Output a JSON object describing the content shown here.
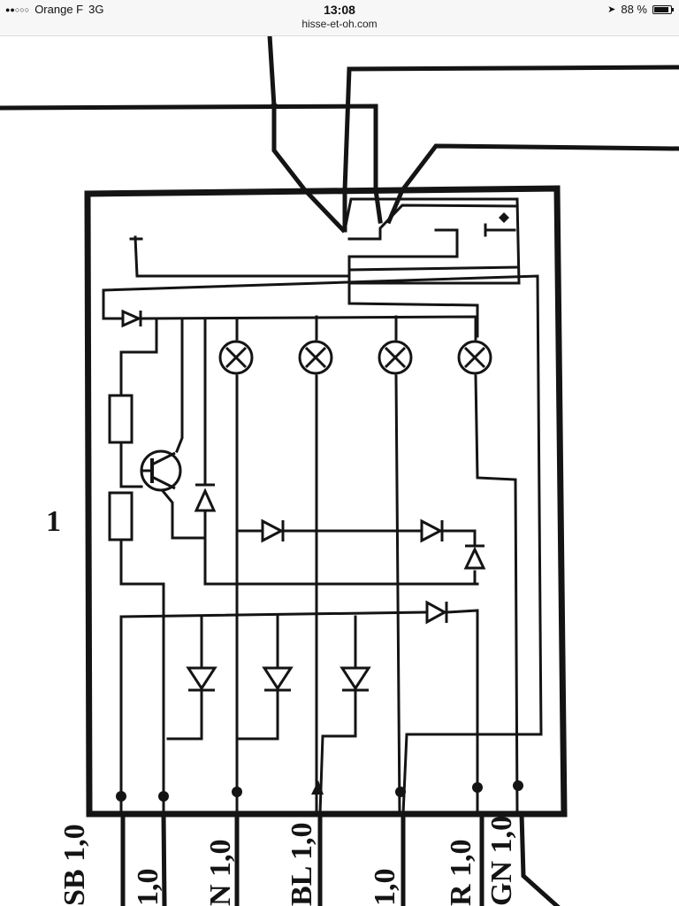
{
  "status_bar": {
    "carrier": "Orange F",
    "network": "3G",
    "time": "13:08",
    "url": "hisse-et-oh.com",
    "battery_text": "88 %",
    "battery_level": 0.88,
    "icons": [
      "signal-dots-icon",
      "location-arrow-icon",
      "battery-icon"
    ]
  },
  "diagram": {
    "panel_number": "1",
    "connector_labels": [
      "SB 1,0",
      "1,0",
      "N 1,0",
      "BL 1,0",
      "1,0",
      "R 1,0",
      "GN 1,0"
    ],
    "line_color": "#141414"
  }
}
